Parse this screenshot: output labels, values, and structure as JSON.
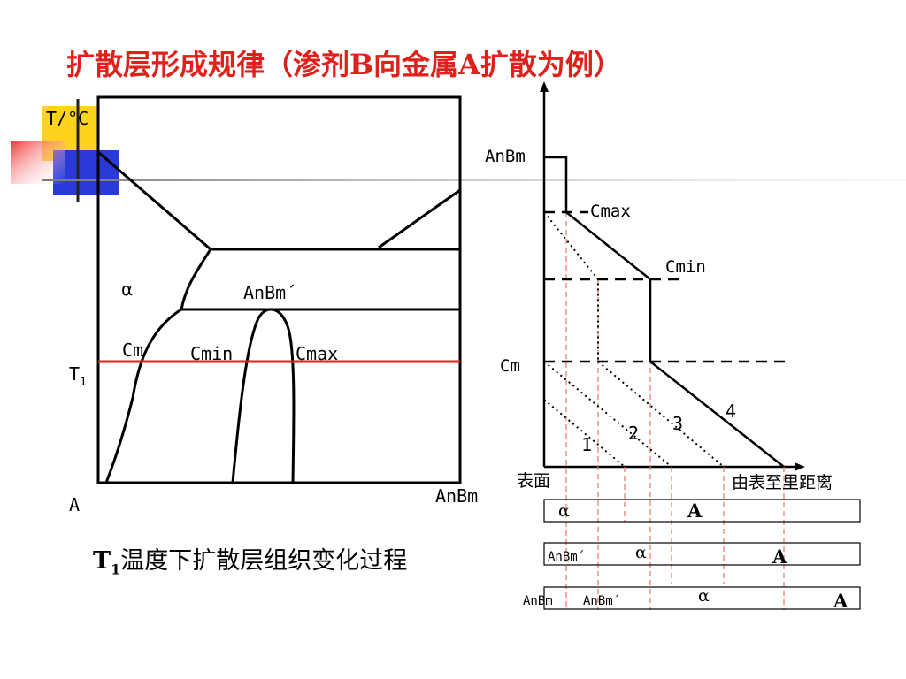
{
  "title": "扩散层形成规律（渗剂B向金属A扩散为例）",
  "colors": {
    "title": "#e0201b",
    "t1_line": "#e0201b",
    "guide_line": "#e8766a",
    "deco_yellow": "#ffd21e",
    "deco_blue": "#2a3ad8",
    "deco_red": "#f03a3a"
  },
  "phase_diagram": {
    "y_axis_label": "T/°C",
    "x_left_label": "A",
    "x_right_label": "AnBm",
    "t1_label": "T",
    "t1_sub": "1",
    "region_alpha": "α",
    "region_compound": "AnBm´",
    "label_cm": "Cm",
    "label_cmin": "Cmin",
    "label_cmax": "Cmax"
  },
  "caption": {
    "main": "T",
    "sub": "1",
    "rest": "温度下扩散层组织变化过程"
  },
  "concentration_profile": {
    "y_label_top": "AnBm",
    "label_cmax": "Cmax",
    "label_cmin": "Cmin",
    "label_cm": "Cm",
    "x_left_label": "表面",
    "x_right_label": "由表至里距离",
    "curve_labels": [
      "1",
      "2",
      "3",
      "4"
    ]
  },
  "layer_bars": [
    {
      "cells": [
        "α",
        "A"
      ]
    },
    {
      "cells": [
        "AnBm´",
        "α",
        "A"
      ]
    },
    {
      "cells": [
        "AnBm",
        "AnBm´",
        "α",
        "A"
      ]
    }
  ]
}
